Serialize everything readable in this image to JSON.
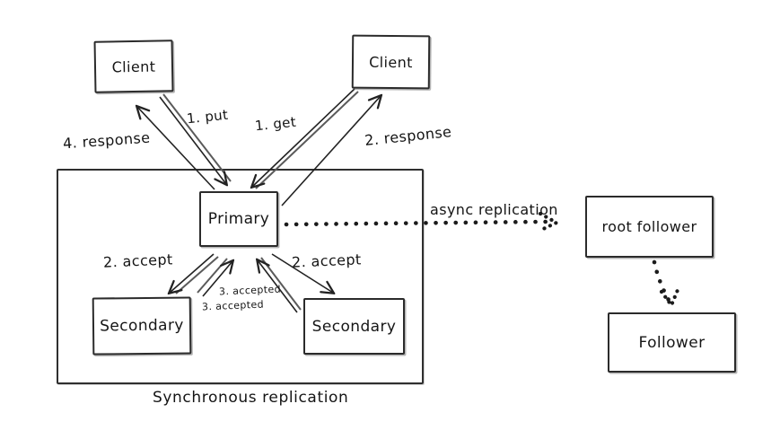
{
  "diagram": {
    "title_hint": "replication diagram",
    "nodes": {
      "client_left": {
        "label": "Client"
      },
      "client_right": {
        "label": "Client"
      },
      "primary": {
        "label": "Primary"
      },
      "secondary_left": {
        "label": "Secondary"
      },
      "secondary_right": {
        "label": "Secondary"
      },
      "root_follower": {
        "label": "root follower"
      },
      "follower": {
        "label": "Follower"
      }
    },
    "edges": {
      "put": {
        "label": "1. put"
      },
      "get": {
        "label": "1. get"
      },
      "response_left": {
        "label": "4. response"
      },
      "response_right": {
        "label": "2. response"
      },
      "accept_left": {
        "label": "2. accept"
      },
      "accept_right": {
        "label": "2. accept"
      },
      "accepted_upper": {
        "label": "3. accepted"
      },
      "accepted_lower": {
        "label": "3. accepted"
      },
      "async_replication": {
        "label": "async replication"
      }
    },
    "groups": {
      "synchronous": {
        "caption": "Synchronous replication"
      }
    },
    "colors": {
      "stroke": "#222222",
      "stroke_soft": "#555555",
      "background": "#ffffff"
    }
  }
}
